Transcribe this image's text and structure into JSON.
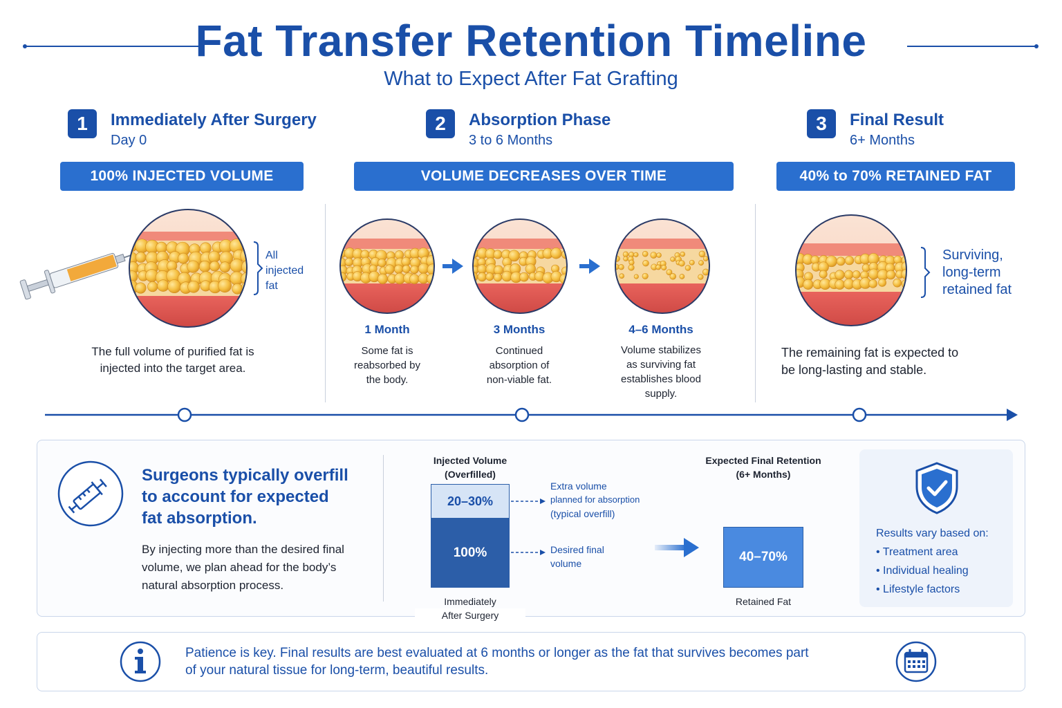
{
  "header": {
    "title": "Fat Transfer Retention Timeline",
    "subtitle": "What to Expect After Fat Grafting"
  },
  "steps": [
    {
      "number": "1",
      "title": "Immediately After Surgery",
      "subtitle": "Day 0",
      "banner": "100% INJECTED VOLUME",
      "callout": [
        "All",
        "injected",
        "fat"
      ],
      "description": [
        "The full volume of purified fat is",
        "injected into the target area."
      ]
    },
    {
      "number": "2",
      "title": "Absorption Phase",
      "subtitle": "3 to 6 Months",
      "banner": "VOLUME DECREASES OVER TIME",
      "stages": [
        {
          "label": "1 Month",
          "description": [
            "Some fat is",
            "reabsorbed by",
            "the body."
          ]
        },
        {
          "label": "3 Months",
          "description": [
            "Continued",
            "absorption of",
            "non-viable fat."
          ]
        },
        {
          "label": "4–6 Months",
          "description": [
            "Volume stabilizes",
            "as surviving fat",
            "establishes blood",
            "supply."
          ]
        }
      ]
    },
    {
      "number": "3",
      "title": "Final Result",
      "subtitle": "6+ Months",
      "banner": "40% to 70% RETAINED FAT",
      "callout": [
        "Surviving,",
        "long-term",
        "retained fat"
      ],
      "description": [
        "The remaining fat is expected to",
        "be long-lasting and stable."
      ]
    }
  ],
  "overfill": {
    "heading": [
      "Surgeons typically overfill",
      "to account for expected",
      "fat absorption."
    ],
    "body": [
      "By injecting more than the desired final",
      "volume, we plan ahead for the body’s",
      "natural absorption process."
    ]
  },
  "chart_data": {
    "type": "bar",
    "bars": [
      {
        "title": [
          "Injected Volume",
          "(Overfilled)"
        ],
        "segments": [
          {
            "label": "100%",
            "annotation": [
              "Desired final",
              "volume"
            ]
          },
          {
            "label": "20–30%",
            "annotation": [
              "Extra volume",
              "planned for absorption",
              "(typical overfill)"
            ]
          }
        ],
        "caption": [
          "Immediately",
          "After Surgery"
        ]
      },
      {
        "title": [
          "Expected Final Retention",
          "(6+ Months)"
        ],
        "segments": [
          {
            "label": "40–70%"
          }
        ],
        "caption": [
          "Retained Fat"
        ]
      }
    ]
  },
  "factors": {
    "heading": "Results vary based on:",
    "items": [
      "Treatment area",
      "Individual healing",
      "Lifestyle factors"
    ]
  },
  "note": {
    "text": [
      "Patience is key. Final results are best evaluated at 6 months or longer as the fat that survives becomes part",
      "of your natural tissue for long-term, beautiful results."
    ]
  },
  "colors": {
    "primary": "#1a4fa8",
    "banner": "#2a6fcf",
    "fat": "#f2b53a",
    "tissue": "#e05a55"
  }
}
